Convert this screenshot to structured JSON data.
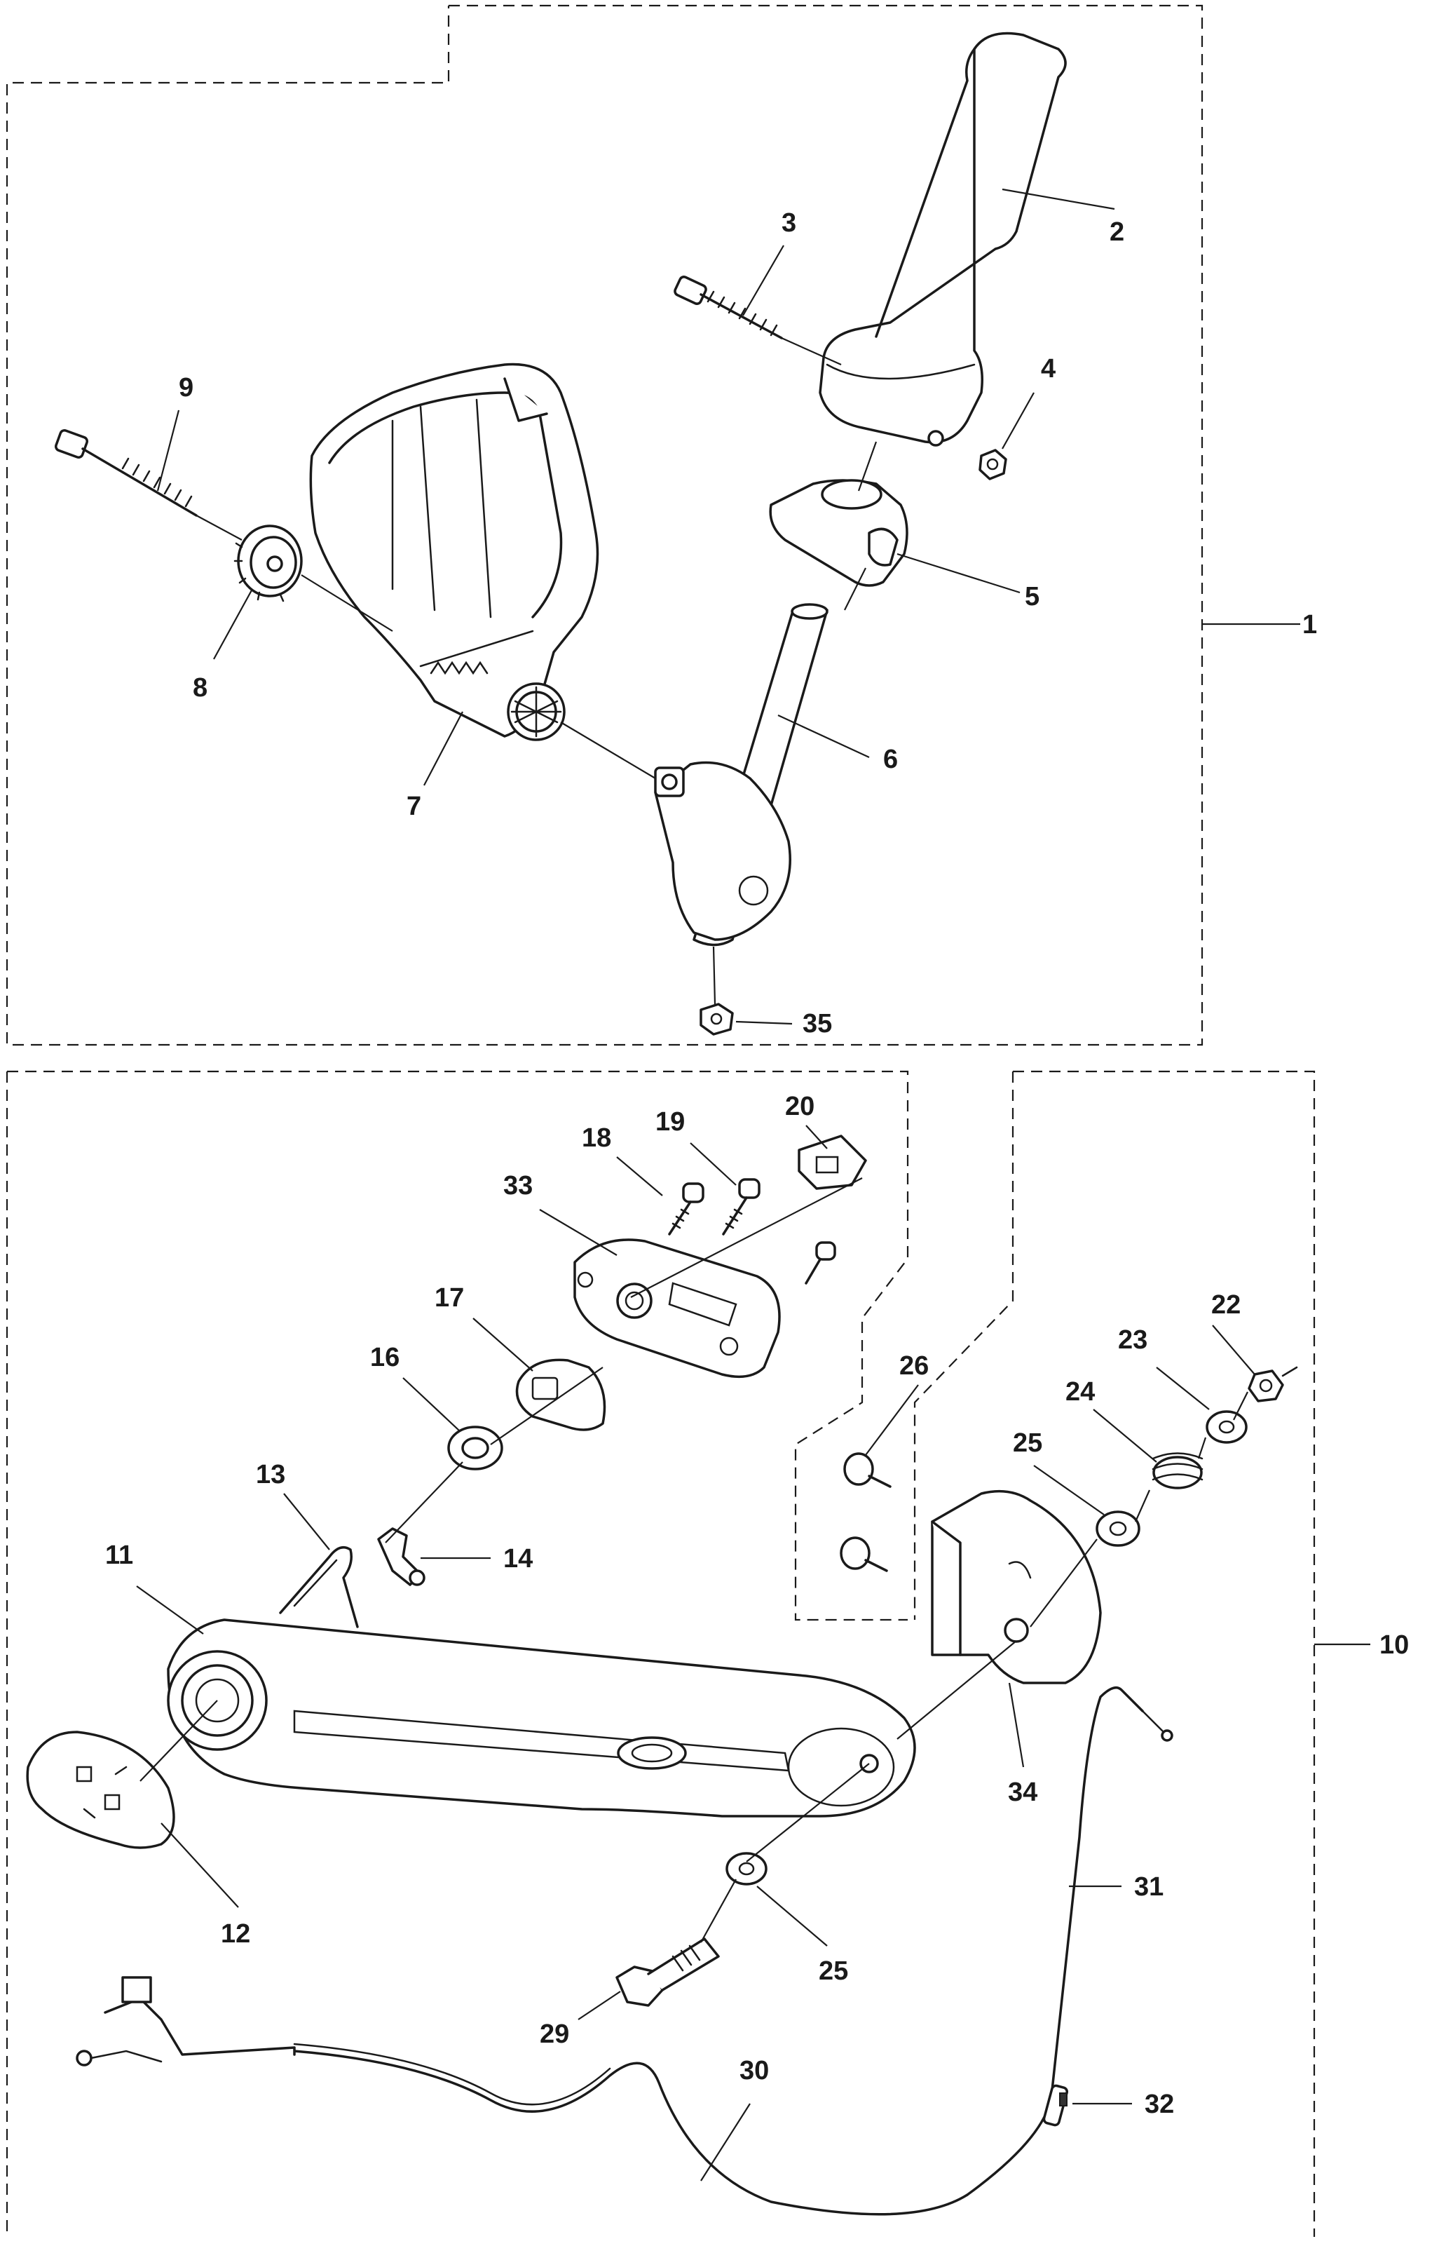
{
  "diagram": {
    "callouts": {
      "c1": "1",
      "c2": "2",
      "c3": "3",
      "c4": "4",
      "c5": "5",
      "c6": "6",
      "c7": "7",
      "c8": "8",
      "c9": "9",
      "c10": "10",
      "c11": "11",
      "c12": "12",
      "c13": "13",
      "c14": "14",
      "c16": "16",
      "c17": "17",
      "c18": "18",
      "c19": "19",
      "c20": "20",
      "c22": "22",
      "c23": "23",
      "c24": "24",
      "c25a": "25",
      "c25b": "25",
      "c26": "26",
      "c29": "29",
      "c30": "30",
      "c31": "31",
      "c32": "32",
      "c33": "33",
      "c34": "34",
      "c35": "35"
    }
  }
}
